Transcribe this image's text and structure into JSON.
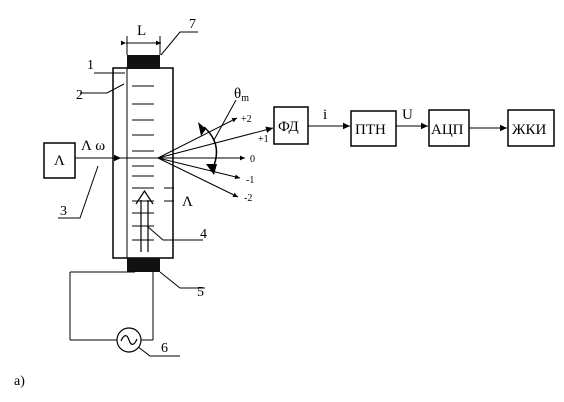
{
  "figure": {
    "label": "а)"
  },
  "blocks": {
    "source": "Λ",
    "photodetector": "ФД",
    "converter": "ПТН",
    "adc": "АЦП",
    "display": "ЖКИ"
  },
  "signals": {
    "current": "i",
    "voltage": "U"
  },
  "dimension": {
    "length": "L"
  },
  "input_label": "Λ ω",
  "acoustic_wave": "Λ",
  "angle_label": {
    "symbol": "θ",
    "subscript": "m"
  },
  "orders": [
    "+2",
    "+1",
    "0",
    "-1",
    "-2"
  ],
  "callouts": [
    "1",
    "2",
    "3",
    "4",
    "5",
    "6",
    "7"
  ]
}
